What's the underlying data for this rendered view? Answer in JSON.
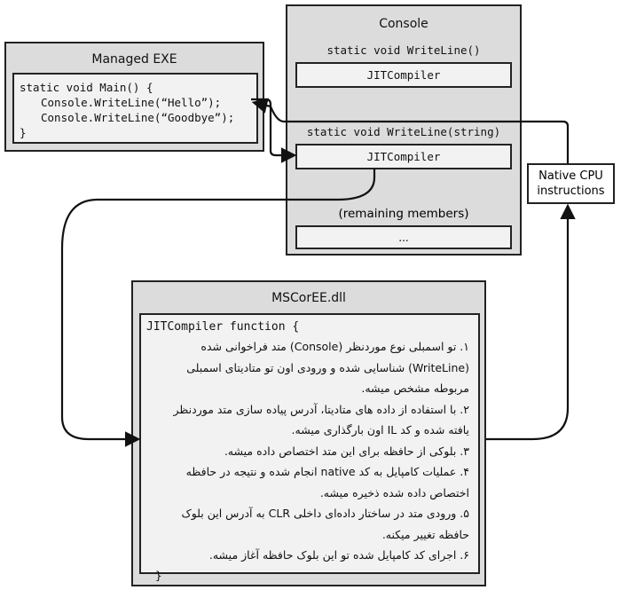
{
  "managed_exe": {
    "title": "Managed EXE",
    "code": [
      "static void Main() {",
      "Console.WriteLine(“Hello”);",
      "Console.WriteLine(“Goodbye”);",
      "}"
    ]
  },
  "console": {
    "title": "Console",
    "method1": "static void WriteLine()",
    "method1_box": "JITCompiler",
    "method2": "static void WriteLine(string)",
    "method2_box": "JITCompiler",
    "remaining": "(remaining members)",
    "remaining_box": "..."
  },
  "native": {
    "label": "Native CPU instructions"
  },
  "mscoree": {
    "title": "MSCorEE.dll",
    "header": "JITCompiler function {",
    "steps": [
      "۱. تو اسمبلی نوع موردنظر (Console) متد فراخوانی شده (WriteLine) شناسایی شده و ورودی اون تو متادیتای اسمبلی مربوطه مشخص میشه.",
      "۲. با استفاده از داده های متادیتا، آدرس پیاده سازی متد موردنظر یافته شده و کد IL اون بارگذاری میشه.",
      "۳. بلوکی از حافظه برای این متد اختصاص داده میشه.",
      "۴. عملیات کامپایل به کد native انجام شده و نتیجه در حافظه اختصاص داده شده ذخیره میشه.",
      "۵. ورودی متد در ساختار داده‌ای داخلی CLR به آدرس این بلوک حافظه تغییر میکنه.",
      "۶. اجرای کد کامپایل شده تو این بلوک حافظه آغاز میشه."
    ],
    "footer": "}"
  }
}
